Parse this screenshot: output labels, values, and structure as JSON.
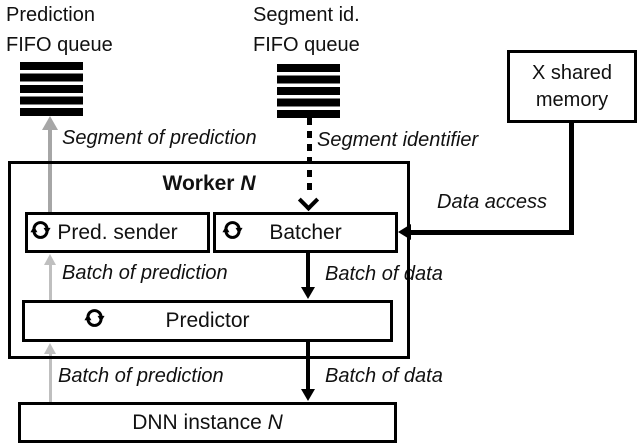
{
  "queues": {
    "prediction": {
      "label_line1": "Prediction",
      "label_line2": "FIFO queue"
    },
    "segment_id": {
      "label_line1": "Segment id.",
      "label_line2": "FIFO queue"
    }
  },
  "shared_memory": {
    "line1": "X shared",
    "line2": "memory"
  },
  "worker": {
    "title_prefix": "Worker ",
    "title_n": "N"
  },
  "components": {
    "pred_sender": "Pred. sender",
    "batcher": "Batcher",
    "predictor": "Predictor",
    "dnn_prefix": "DNN instance ",
    "dnn_n": "N"
  },
  "edge_labels": {
    "segment_of_prediction": "Segment of prediction",
    "segment_identifier": "Segment identifier",
    "data_access": "Data access",
    "batch_of_prediction_upper": "Batch of prediction",
    "batch_of_data_upper": "Batch of data",
    "batch_of_prediction_lower": "Batch of prediction",
    "batch_of_data_lower": "Batch of data"
  },
  "icons": {
    "fifo_queue": "stacked-bars-icon",
    "sync": "circular-arrows-icon"
  },
  "colors": {
    "ink": "#000000",
    "arrow_gray_dark": "#a6a6a6",
    "arrow_gray_light": "#bfbfbf",
    "background": "#ffffff"
  }
}
